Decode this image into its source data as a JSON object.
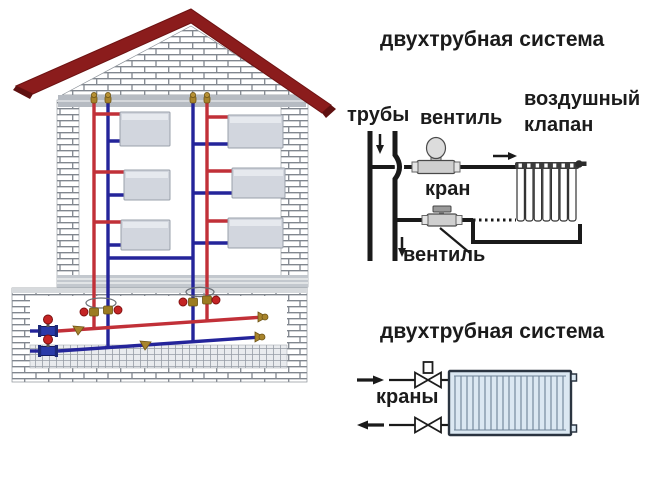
{
  "diagram_top": {
    "title": "двухтрубная система",
    "labels": {
      "pipes": "трубы",
      "valve_upper": "вентиль",
      "air_valve": "воздушный клапан",
      "tap": "кран",
      "valve_lower": "вентиль"
    }
  },
  "diagram_bottom": {
    "title": "двухтрубная система",
    "labels": {
      "taps": "краны"
    }
  },
  "colors": {
    "roof_red": "#8b1c1c",
    "brick_mortar": "#81878f",
    "supply_pipe_red": "#c13038",
    "return_pipe_blue": "#24249a",
    "brass_fitting": "#a8842c",
    "valve_wheel_red": "#c42424",
    "valve_body_blue": "#2a3aa8",
    "house_radiator_gray": "#d2d6de",
    "panel_radiator_blue": "#dbe8f2",
    "diagram_line_black": "#1a1a1a"
  }
}
